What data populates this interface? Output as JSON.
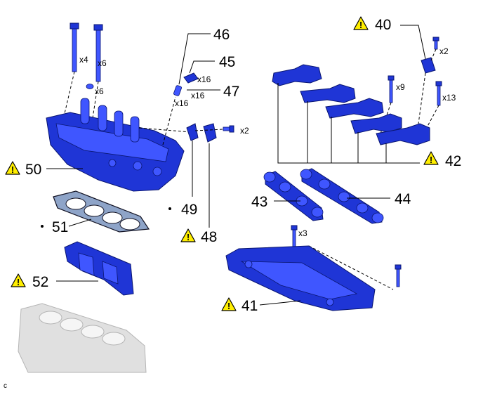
{
  "callouts": {
    "c40": "40",
    "c41": "41",
    "c42": "42",
    "c43": "43",
    "c44": "44",
    "c45": "45",
    "c46": "46",
    "c47": "47",
    "c48": "48",
    "c49": "49",
    "c50": "50",
    "c51": "51",
    "c52": "52"
  },
  "quantities": {
    "q_x4": "x4",
    "q_x6_bolt": "x6",
    "q_x6_washer": "x6",
    "q_x16_45": "x16",
    "q_x16_47": "x16",
    "q_x16_46": "x16",
    "q_x2_49": "x2",
    "q_x2_40": "x2",
    "q_x9": "x9",
    "q_x13": "x13",
    "q_x3": "x3"
  },
  "reference_mark": "c",
  "colors": {
    "part_blue": "#1f35d6",
    "warning_yellow": "#ffee00"
  },
  "icons": {
    "warning": "warning-triangle-icon",
    "bullet": "bullet-dot"
  }
}
